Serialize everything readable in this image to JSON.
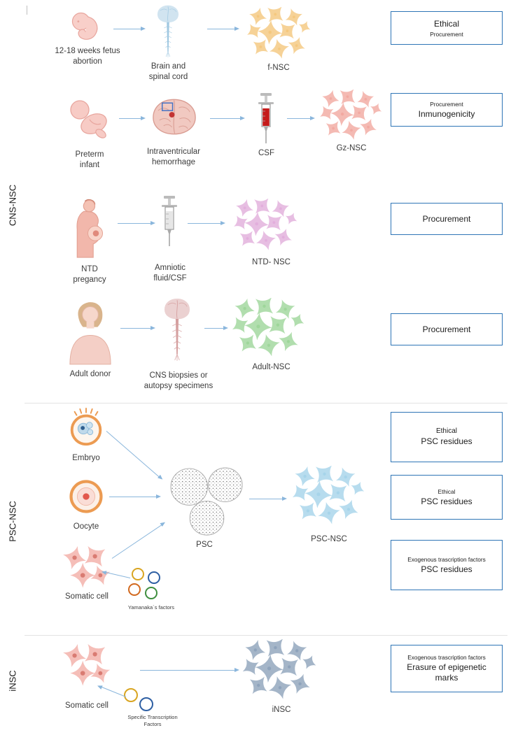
{
  "section_labels": {
    "cns": "CNS-NSC",
    "psc": "PSC-NSC",
    "insc": "iNSC"
  },
  "cns": {
    "row1": {
      "source": "12-18 weeks fetus\nabortion",
      "intermediate": "Brain and\nspinal cord",
      "product": "f-NSC",
      "issue_box": {
        "line1": "Ethical",
        "line2": "Procurement"
      }
    },
    "row2": {
      "source": "Preterm\ninfant",
      "intermediate": "Intraventricular\nhemorrhage",
      "sample": "CSF",
      "product": "Gz-NSC",
      "issue_box": {
        "line1": "Procurement",
        "line2": "Inmunogenicity"
      }
    },
    "row3": {
      "source": "NTD\npregancy",
      "intermediate": "Amniotic\nfluid/CSF",
      "product": "NTD- NSC",
      "issue_box": {
        "line1": "Procurement"
      }
    },
    "row4": {
      "source": "Adult donor",
      "intermediate": "CNS biopsies or\nautopsy specimens",
      "product": "Adult-NSC",
      "issue_box": {
        "line1": "Procurement"
      }
    }
  },
  "psc": {
    "embryo": "Embryo",
    "oocyte": "Oocyte",
    "somatic": "Somatic cell",
    "factors": "Yamanaka´s factors",
    "psc": "PSC",
    "product": "PSC-NSC",
    "issue_boxes": [
      {
        "line1": "Ethical",
        "line2": "PSC residues"
      },
      {
        "line1": "Ethical",
        "line2": "PSC residues"
      },
      {
        "line1": "Exogenous trascription factors",
        "line2": "PSC residues"
      }
    ]
  },
  "insc": {
    "somatic": "Somatic cell",
    "factors": "Specific Transcription\nFactors",
    "product": "iNSC",
    "issue_box": {
      "line1": "Exogenous trascription factors",
      "line2": "Erasure of epigenetic\nmarks"
    }
  },
  "colors": {
    "arrow": "#8AB6DC",
    "box_border": "#2E75B6",
    "f_nsc": "#F5C87E",
    "gz_nsc": "#F2A9A1",
    "ntd_nsc": "#E2AEDC",
    "adult_nsc": "#9ED69A",
    "psc_nsc": "#A6D4EA",
    "insc": "#8EA3BB",
    "somatic": "#F3AEA7"
  }
}
